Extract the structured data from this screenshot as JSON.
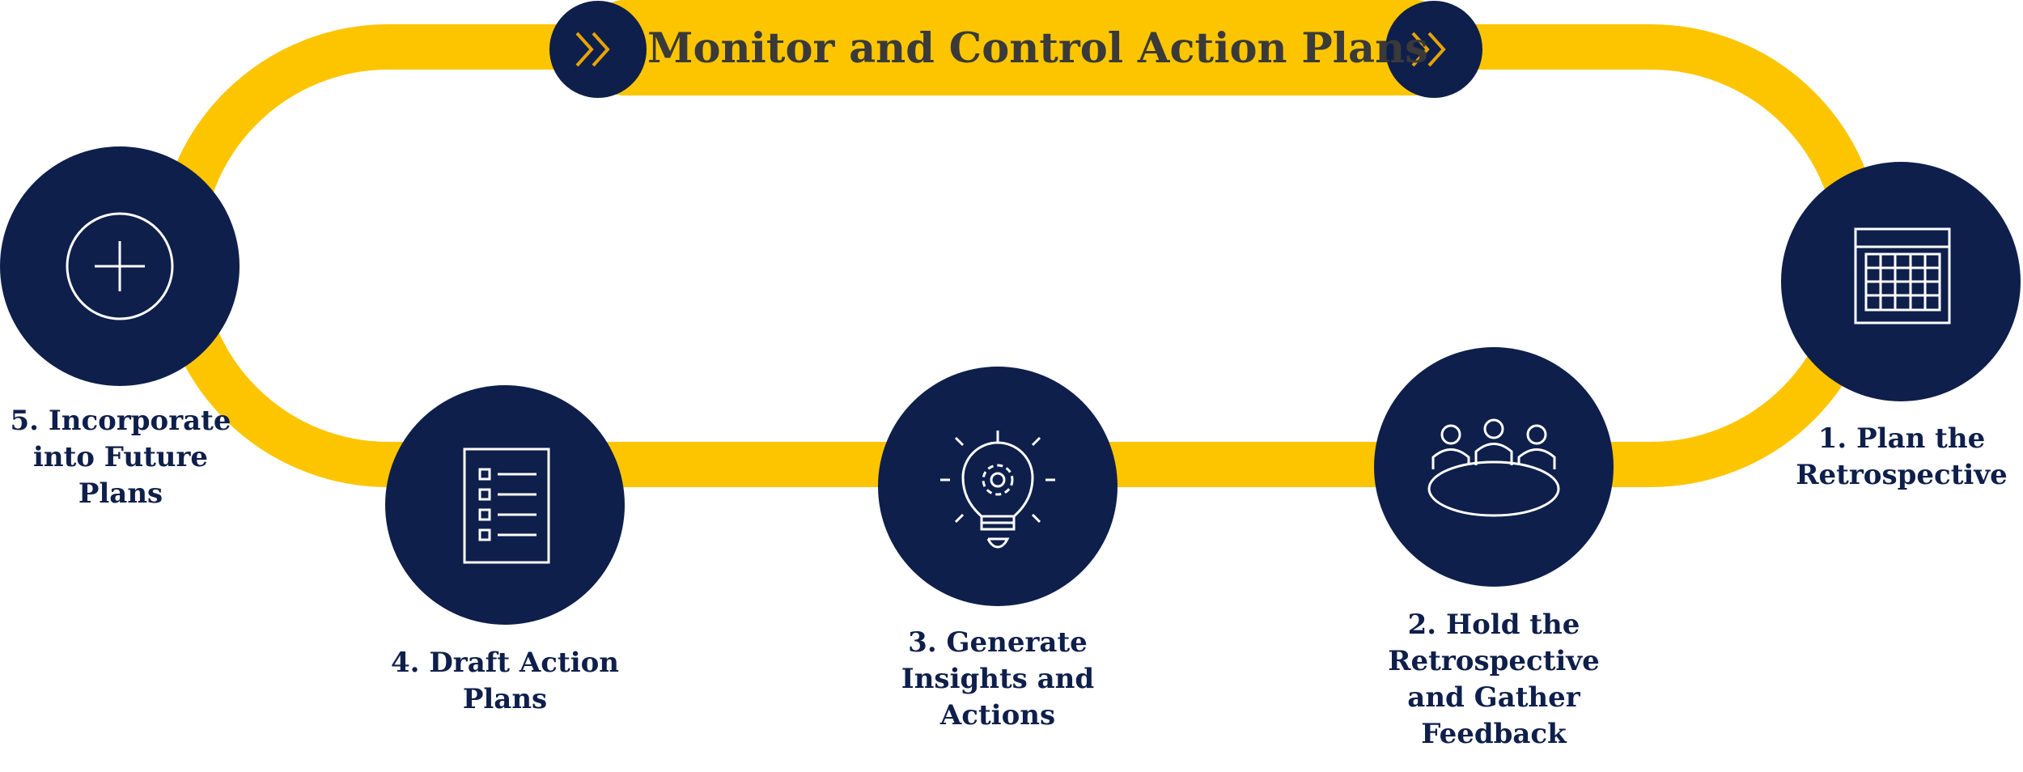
{
  "title": "Monitor and Control Action Plans",
  "colors": {
    "track": "#FDC500",
    "navy": "#0F1F4B",
    "title_text": "#3A3A3A",
    "chevron": "#E8A400",
    "icon_stroke": "#FFFFFF"
  },
  "steps": [
    {
      "label": "1. Plan the\nRetrospective",
      "icon": "calendar-icon"
    },
    {
      "label": "2. Hold the\nRetrospective\nand Gather\nFeedback",
      "icon": "meeting-table-icon"
    },
    {
      "label": "3. Generate\nInsights and\nActions",
      "icon": "lightbulb-gear-icon"
    },
    {
      "label": "4. Draft Action\nPlans",
      "icon": "checklist-icon"
    },
    {
      "label": "5. Incorporate\ninto Future\nPlans",
      "icon": "plus-circle-icon"
    }
  ]
}
